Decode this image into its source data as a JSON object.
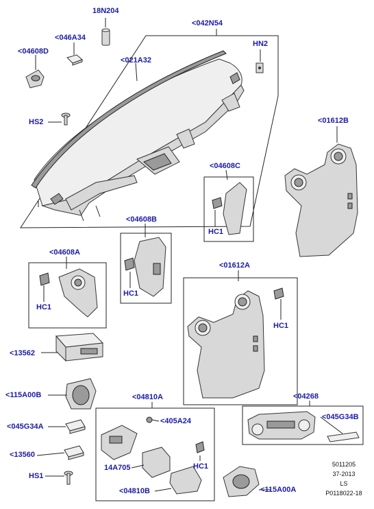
{
  "parts": {
    "p18N204": "18N204",
    "p042N54": "<042N54",
    "p046A34": "<046A34",
    "p04608D": "<04608D",
    "p021A32": "<021A32",
    "pHN2": "HN2",
    "pHS2": "HS2",
    "p01612B": "<01612B",
    "p04608C": "<04608C",
    "pHC1_c": "HC1",
    "p04608B": "<04608B",
    "pHC1_b": "HC1",
    "p04608A": "<04608A",
    "pHC1_a": "HC1",
    "p01612A": "<01612A",
    "pHC1_1612a": "HC1",
    "p13562": "<13562",
    "p115A00B": "<115A00B",
    "p04810A": "<04810A",
    "p04268": "<04268",
    "p405A24": "<405A24",
    "p045G34A": "<045G34A",
    "p045G34B": "<045G34B",
    "p13560": "<13560",
    "p14A705": "14A705",
    "pHC1_4810": "HC1",
    "pHS1": "HS1",
    "p04810B": "<04810B",
    "p115A00A": "<115A00A"
  },
  "reference": {
    "line1": "5011205",
    "line2": "37-2013",
    "line3": "LS",
    "line4": "P0118022-18"
  },
  "colors": {
    "label": "#1a1aa6",
    "linework": "#222222",
    "part_fill": "#d8d8d8"
  }
}
